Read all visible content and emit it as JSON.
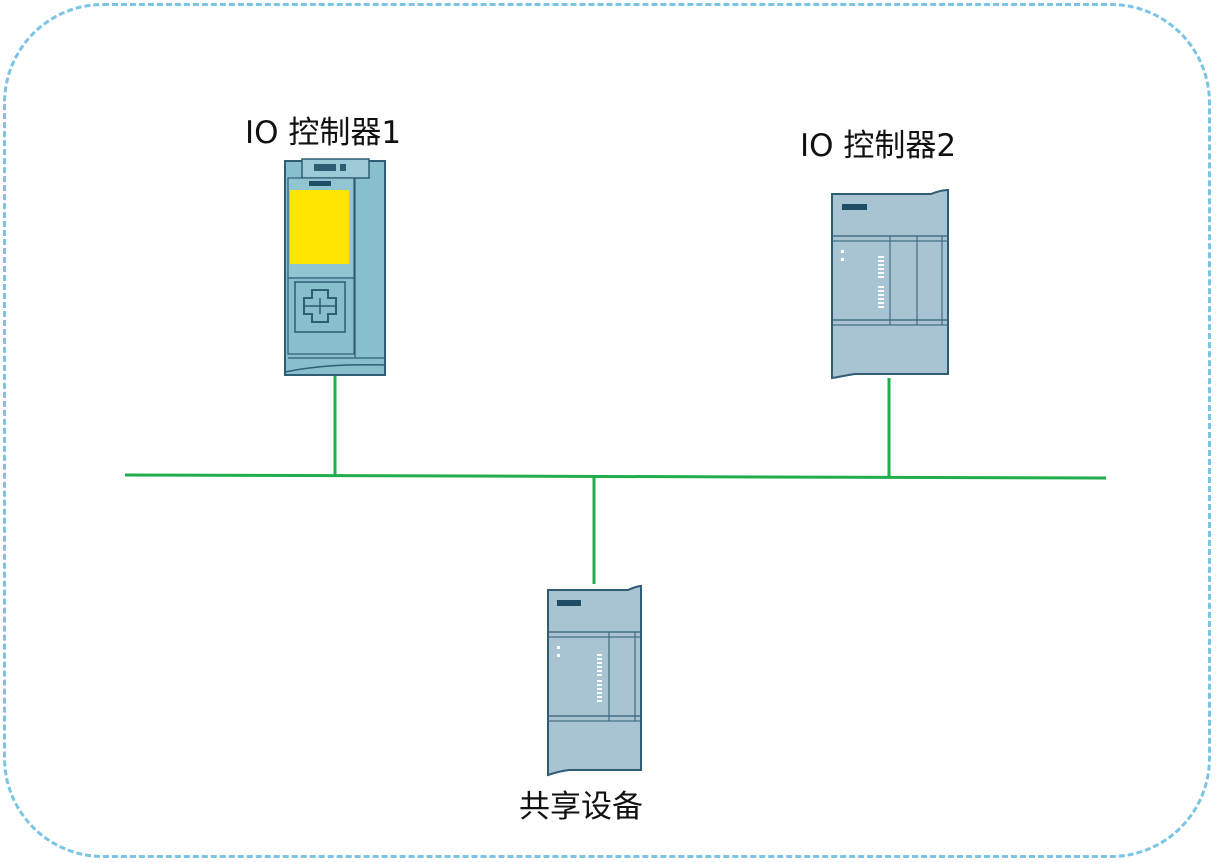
{
  "diagram": {
    "title": "",
    "nodes": {
      "controller1": {
        "label": "IO 控制器1",
        "type": "cpu-icon"
      },
      "controller2": {
        "label": "IO 控制器2",
        "type": "io-device-icon"
      },
      "shared_device": {
        "label": "共享设备",
        "type": "io-device-icon"
      }
    },
    "network": {
      "type": "bus",
      "connections": [
        "controller1",
        "controller2",
        "shared_device"
      ]
    }
  },
  "colors": {
    "frame_border": "#7cc4e4",
    "bus_line": "#1fae4b",
    "device_body": "#a8c4d2",
    "cpu_body": "#87bfcd",
    "cpu_display": "#ffe600",
    "device_outline": "#2e5d74",
    "device_dark": "#1f4d66"
  }
}
